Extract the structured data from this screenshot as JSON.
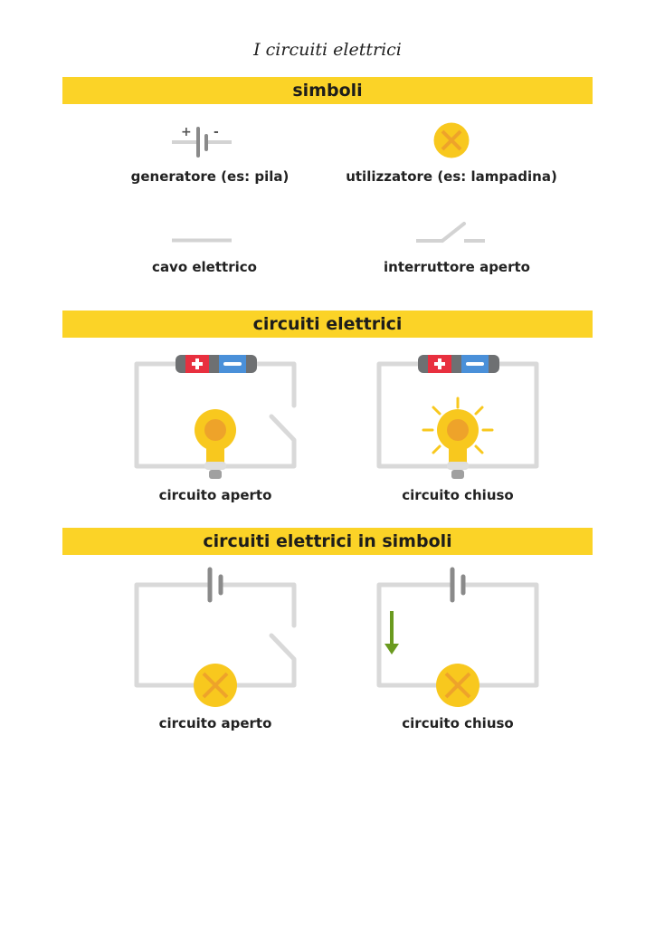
{
  "title": "I circuiti elettrici",
  "sections": [
    {
      "heading": "simboli",
      "items": [
        "generatore (es: pila)",
        "utilizzatore (es: lampadina)",
        "cavo elettrico",
        "interruttore aperto"
      ]
    },
    {
      "heading": "circuiti elettrici",
      "items": [
        "circuito aperto",
        "circuito chiuso"
      ]
    },
    {
      "heading": "circuiti elettrici in simboli",
      "items": [
        "circuito aperto",
        "circuito chiuso"
      ]
    }
  ],
  "battery_signs": {
    "plus": "+",
    "minus": "-"
  },
  "colors": {
    "banner": "#fbd327",
    "wire": "#d9d9d9",
    "lamp": "#f8c81e",
    "lamp_cross": "#eea32a",
    "positive": "#e8303f",
    "negative": "#4a90d9",
    "arrow": "#6a9a1f"
  }
}
